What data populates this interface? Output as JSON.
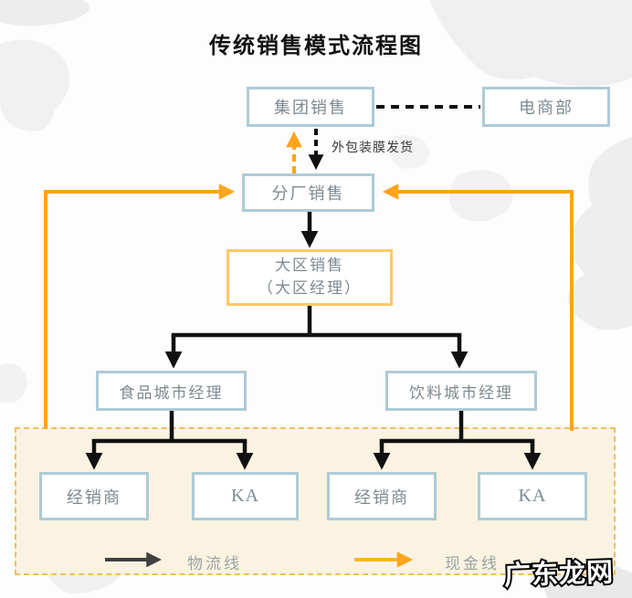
{
  "title": "传统销售模式流程图",
  "nodes": {
    "group_sales": "集团销售",
    "ecommerce_dept": "电商部",
    "branch_sales": "分厂销售",
    "region_sales_line1": "大区销售",
    "region_sales_line2": "（大区经理）",
    "food_city_manager": "食品城市经理",
    "beverage_city_manager": "饮料城市经理",
    "distributor_left": "经销商",
    "ka_left": "KA",
    "distributor_right": "经销商",
    "ka_right": "KA"
  },
  "labels": {
    "shipping_note": "外包装膜发货"
  },
  "legend": {
    "logistics": "物流线",
    "cash": "现金线"
  },
  "watermark": "广东龙网",
  "colors": {
    "node_border_blue": "#aecbd6",
    "node_text": "#7d8a91",
    "region_border_orange": "#ffc966",
    "cash_orange": "#ffa41c",
    "arrow_black": "#111111",
    "legend_arrow_dark": "#404040",
    "legend_text_gray": "#9aa3a3",
    "panel_bg": "#faf3e2",
    "panel_border": "#f3bd5e"
  }
}
